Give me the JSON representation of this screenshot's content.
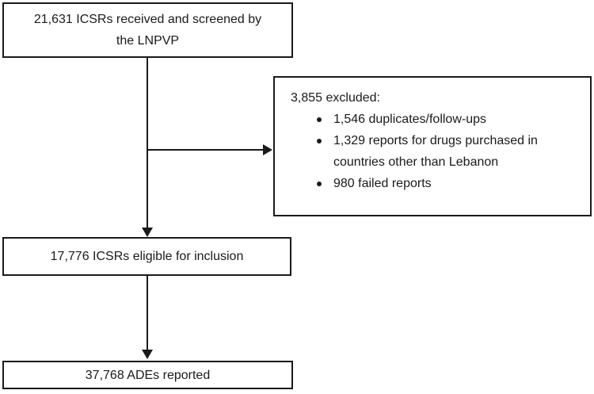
{
  "diagram": {
    "type": "flowchart",
    "orientation": "vertical",
    "accent_color": "#1a1a1a",
    "background_color": "#ffffff",
    "nodes": {
      "screened": {
        "label": "21,631 ICSRs received and screened by\nthe LNPVP",
        "count": 21631
      },
      "excluded": {
        "heading": "3,855 excluded:",
        "count": 3855,
        "items": [
          {
            "label": "1,546 duplicates/follow-ups",
            "count": 1546
          },
          {
            "label": "1,329 reports for drugs purchased in countries other than Lebanon",
            "count": 1329
          },
          {
            "label": "980 failed reports",
            "count": 980
          }
        ]
      },
      "eligible": {
        "label": "17,776 ICSRs eligible for inclusion",
        "count": 17776
      },
      "ades": {
        "label": "37,768 ADEs reported",
        "count": 37768
      }
    },
    "connectors": [
      {
        "name": "screened-to-eligible",
        "from": "screened",
        "to": "eligible",
        "direction": "down"
      },
      {
        "name": "screened-to-excluded",
        "from": "screened",
        "to": "excluded",
        "direction": "right"
      },
      {
        "name": "eligible-to-ades",
        "from": "eligible",
        "to": "ades",
        "direction": "down"
      }
    ]
  }
}
